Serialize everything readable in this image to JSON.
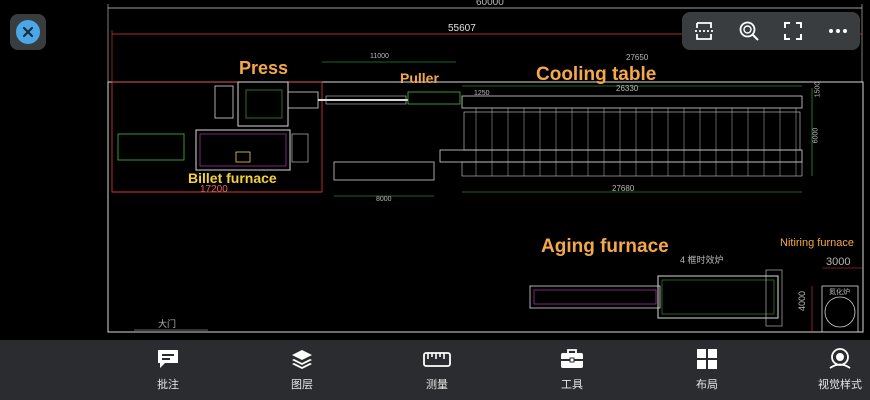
{
  "drawing": {
    "dimensions": {
      "total_width": "60000",
      "inner_width": "55607",
      "billet_length": "17200",
      "runout": "8000",
      "table_top": "27650",
      "table_inner": "26330",
      "table_bottom": "27680",
      "puller_span": "11000",
      "nitiring_width": "3000",
      "nitiring_height": "4000",
      "table_height": "6000",
      "cooling_small": "1500",
      "small_1250": "1250"
    },
    "labels": {
      "press": "Press",
      "puller": "Puller",
      "cooling_table": "Cooling table",
      "billet_furnace": "Billet furnace",
      "aging_furnace": "Aging furnace",
      "aging_furnace_cn": "4 框时效炉",
      "nitiring_furnace": "Nitiring furnace",
      "nitiring_furnace_cn": "氮化炉",
      "gate": "大门"
    }
  },
  "toolbar": {
    "close_icon": "close-icon",
    "items": [
      {
        "name": "fit-width-icon"
      },
      {
        "name": "zoom-icon"
      },
      {
        "name": "fullscreen-icon"
      },
      {
        "name": "more-icon"
      }
    ]
  },
  "bottom_nav": {
    "items": [
      {
        "label": "批注",
        "icon": "annotation-icon"
      },
      {
        "label": "图层",
        "icon": "layers-icon"
      },
      {
        "label": "测量",
        "icon": "ruler-icon"
      },
      {
        "label": "工具",
        "icon": "toolbox-icon"
      },
      {
        "label": "布局",
        "icon": "layout-icon"
      },
      {
        "label": "视觉样式",
        "icon": "visual-style-icon"
      }
    ]
  },
  "colors": {
    "accent_blue": "#4aa8e8",
    "annotation_orange": "#f5a84a",
    "annotation_yellow": "#f2d33a",
    "cad_green": "#3fbf3f",
    "cad_red": "#e03a3a",
    "cad_magenta": "#d040d0"
  }
}
